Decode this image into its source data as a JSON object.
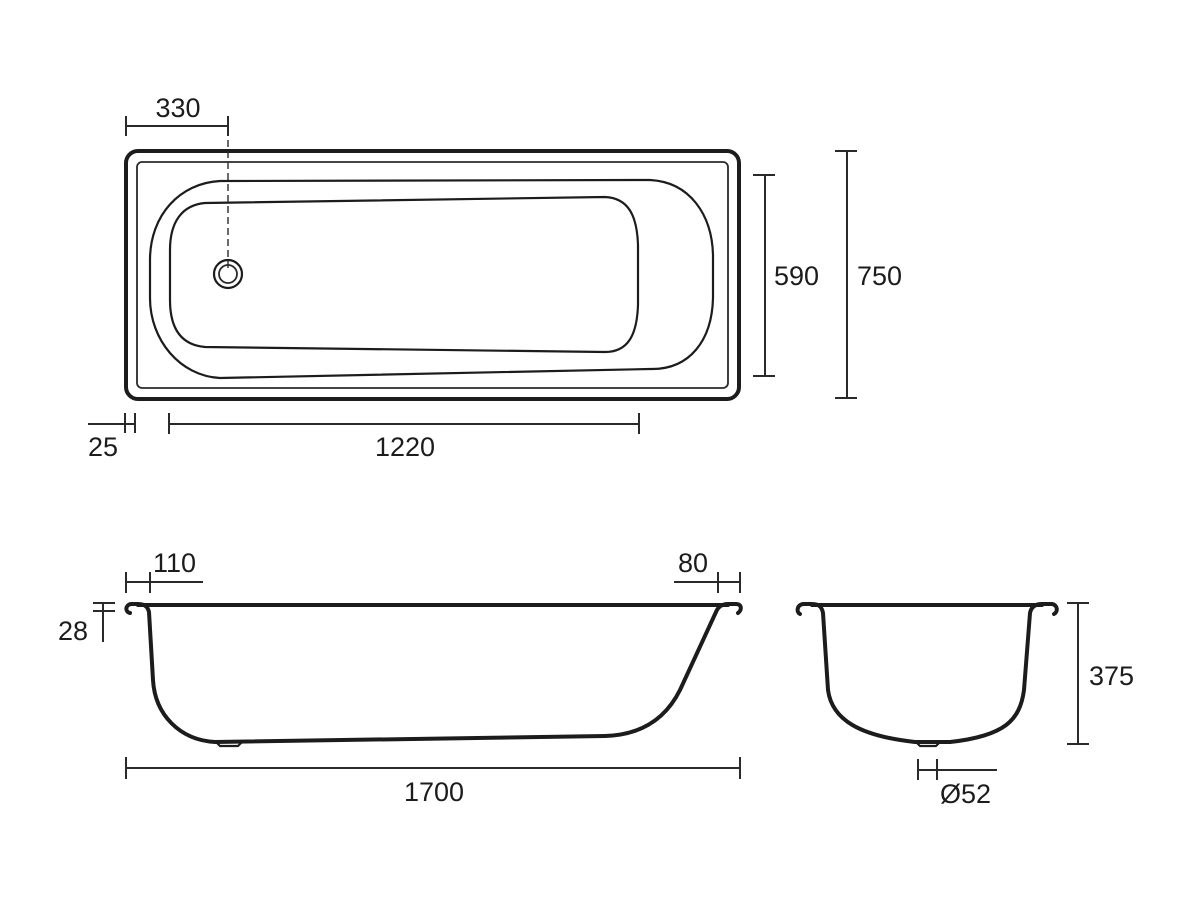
{
  "diagram": {
    "subject": "Bathtub dimension drawing",
    "units": "mm",
    "views": [
      "top-view",
      "side-view",
      "end-view"
    ],
    "colors": {
      "line": "#1c1c1c",
      "background": "#ffffff"
    }
  },
  "top_view": {
    "dims": {
      "drain_offset": "330",
      "inner_width": "590",
      "overall_width": "750",
      "rim_offset": "25",
      "inner_length": "1220"
    }
  },
  "side_view": {
    "dims": {
      "left_rim": "110",
      "right_rim": "80",
      "rim_height": "28",
      "overall_length": "1700"
    }
  },
  "end_view": {
    "dims": {
      "depth": "375",
      "drain_diameter": "Ø52"
    }
  }
}
